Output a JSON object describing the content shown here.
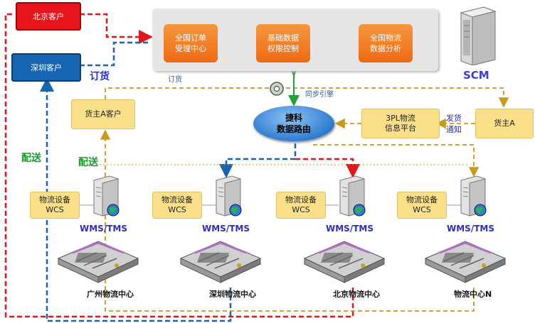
{
  "clients": {
    "beijing": "北京客户",
    "shenzhen": "深圳客户",
    "owner_a_client": "货主A客户"
  },
  "panel": {
    "boxes": [
      "全国订单\n受理中心",
      "基础数据\n权限控制",
      "全国物流\n数据分析"
    ],
    "order_label": "订货"
  },
  "scm": {
    "label": "SCM"
  },
  "sync_label": "同步引擎",
  "router": {
    "label": "捷科\n数据路由"
  },
  "platform": {
    "label": "3PL物流\n信息平台"
  },
  "owner_a": {
    "label": "货主A"
  },
  "notify_label": [
    "发货",
    "通知"
  ],
  "order_label_big": "订货",
  "delivery_labels": [
    "配送",
    "配送"
  ],
  "equipment_label": "物流设备\nWCS",
  "wms_label": "WMS/TMS",
  "centers": [
    "广州物流中心",
    "深圳物流中心",
    "北京物流中心",
    "物流中心N"
  ],
  "colors": {
    "red": "#e8141b",
    "blue": "#1565b3",
    "gold": "#c79a1a",
    "orange": "#f0781e",
    "green": "#22a33a"
  }
}
